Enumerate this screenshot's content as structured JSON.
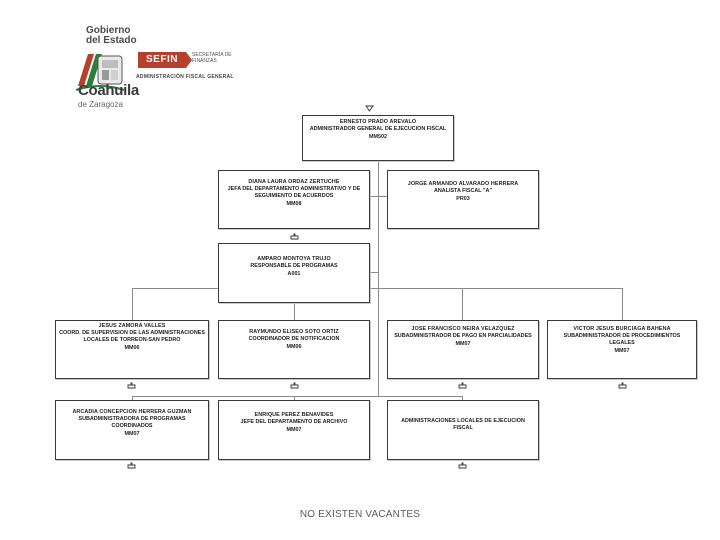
{
  "header": {
    "gov_line_1": "Gobierno",
    "gov_line_2": "del Estado",
    "state": "Coahuila",
    "state_suffix": "de Zaragoza",
    "agency_badge": "SEFIN",
    "agency_sub": "SECRETARÍA DE FINANZAS",
    "agency_unit": "ADMINISTRACIÓN FISCAL GENERAL"
  },
  "org": {
    "top": {
      "name": "ERNESTO PRADO AREVALO",
      "title": "ADMINISTRADOR GENERAL DE EJECUCION FISCAL",
      "code": "MM502"
    },
    "dept_admin": {
      "name": "DIANA LAURA ORDAZ ZERTUCHE",
      "title": "JEFA DEL DEPARTAMENTO ADMINISTRATIVO Y DE SEGUIMIENTO DE ACUERDOS",
      "code": "MM08"
    },
    "analyst": {
      "name": "JORGE ARMANDO ALVARADO HERRERA",
      "title": "ANALISTA FISCAL \"A\"",
      "code": "PR03"
    },
    "programs": {
      "name": "AMPARO MONTOYA TRUJO",
      "title": "RESPONSABLE DE PROGRAMAS",
      "code": "A001"
    },
    "row3": [
      {
        "name": "JESUS ZAMORA VALLES",
        "title": "COORD. DE SUPERVISION DE LAS ADMINISTRACIONES LOCALES DE TORREON-SAN PEDRO",
        "code": "MM06"
      },
      {
        "name": "RAYMUNDO ELISEO SOTO ORTIZ",
        "title": "COORDINADOR DE NOTIFICACION",
        "code": "MM06"
      },
      {
        "name": "JOSE FRANCISCO NEIRA VELAZQUEZ",
        "title": "SUBADMINISTRADOR DE PAGO EN PARCIALIDADES",
        "code": "MM07"
      },
      {
        "name": "VICTOR JESUS BURCIAGA BAHENA",
        "title": "SUBADMINISTRADOR DE PROCEDIMIENTOS LEGALES",
        "code": "MM07"
      }
    ],
    "row4": [
      {
        "name": "ARCADIA CONCEPCION HERRERA GUZMAN",
        "title": "SUBADMINISTRADORA DE PROGRAMAS COORDINADOS",
        "code": "MM07"
      },
      {
        "name": "ENRIQUE PEREZ BENAVIDES",
        "title": "JEFE DEL DEPARTAMENTO DE ARCHIVO",
        "code": "MM07"
      },
      {
        "name": "",
        "title": "ADMINISTRACIONES LOCALES DE EJECUCION FISCAL",
        "code": ""
      }
    ]
  },
  "footer": {
    "note": "NO EXISTEN VACANTES"
  }
}
